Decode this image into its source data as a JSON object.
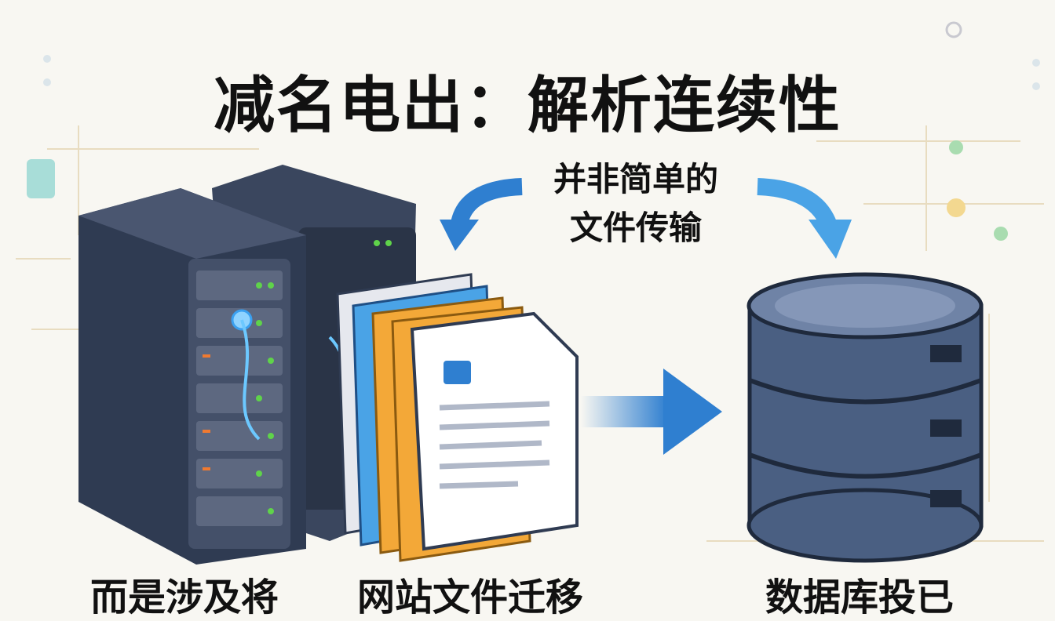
{
  "title": "减名电出：解析连续性",
  "callout": {
    "line1": "并非简单的",
    "line2": "文件传输"
  },
  "bottom_labels": [
    "而是涉及将",
    "网站文件迁移",
    "数据库投已"
  ],
  "colors": {
    "server": "#2f3b52",
    "arrow": "#2f7fd0",
    "file_orange": "#f3a838",
    "file_blue": "#4aa3e6",
    "database": "#4a5f82",
    "led_green": "#5fd34a"
  }
}
